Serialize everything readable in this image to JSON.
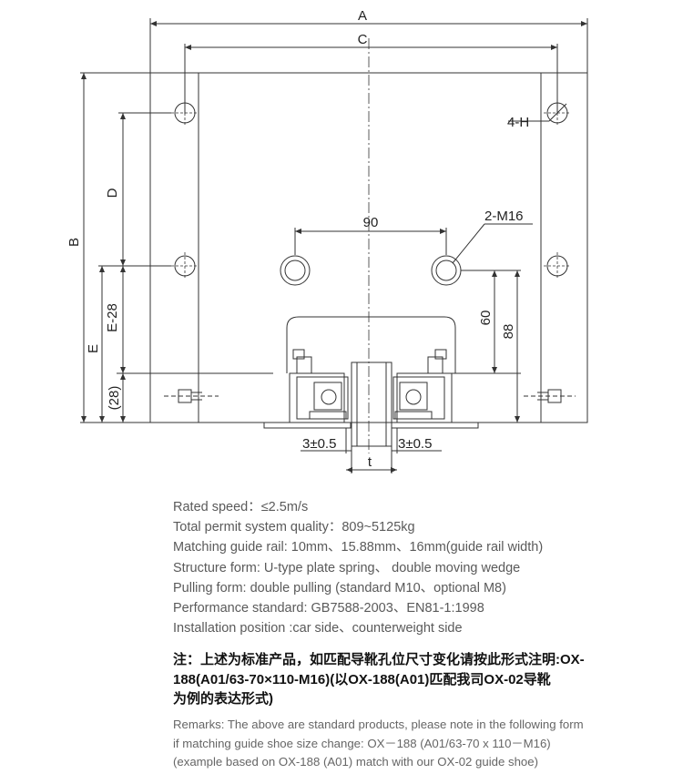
{
  "drawing": {
    "labels": {
      "a": "A",
      "b": "B",
      "c": "C",
      "d": "D",
      "e": "E",
      "e_minus_28": "E-28",
      "dim_28": "(28)",
      "dim_90": "90",
      "dim_60": "60",
      "dim_88": "88",
      "holes_4h": "4-H",
      "bolts_2m16": "2-M16",
      "gap_left": "3±0.5",
      "gap_right": "3±0.5",
      "rail_t": "t"
    }
  },
  "specs": [
    "Rated speed：≤2.5m/s",
    "Total permit system quality：809~5125kg",
    "Matching guide rail: 10mm、15.88mm、16mm(guide rail width)",
    "Structure form: U-type plate spring、 double moving wedge",
    "Pulling form: double pulling (standard M10、optional M8)",
    "Performance standard: GB7588-2003、EN81-1:1998",
    "Installation position :car side、counterweight side"
  ],
  "note_cn": [
    "注：上述为标准产品，如匹配导靴孔位尺寸变化请按此形式注明:OX-",
    "188(A01/63-70×110-M16)(以OX-188(A01)匹配我司OX-02导靴",
    "为例的表达形式)"
  ],
  "remarks": [
    "Remarks: The above are standard products, please note in the following form",
    "if matching guide shoe size change: OX－188 (A01/63-70 x 110－M16)",
    "(example based on OX-188 (A01) match with our OX-02 guide shoe)"
  ]
}
